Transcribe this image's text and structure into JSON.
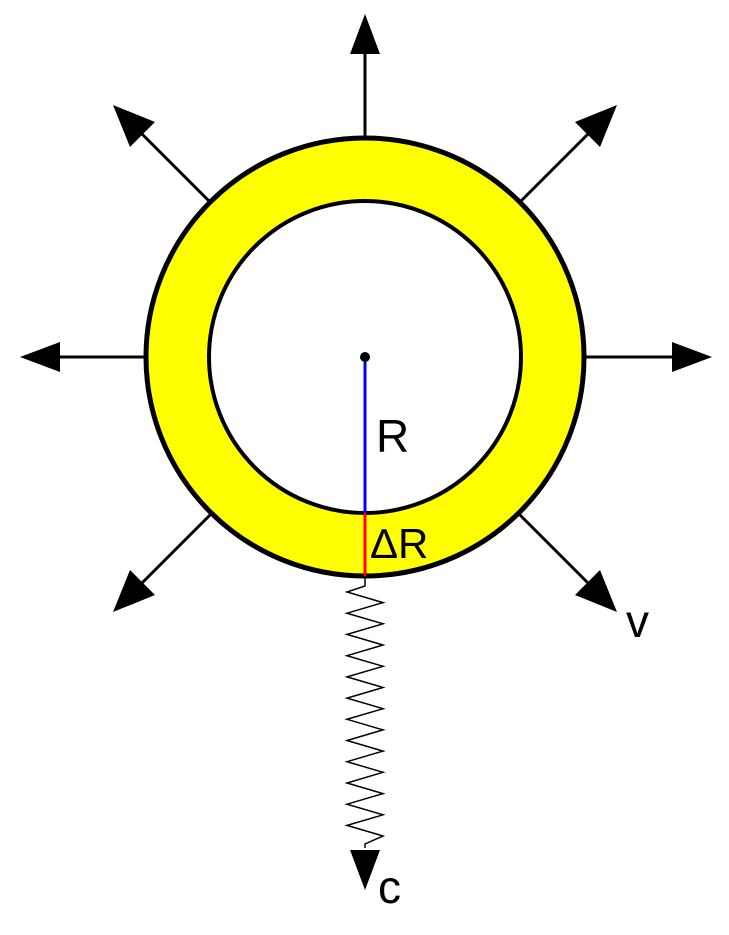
{
  "labels": {
    "radius": "R",
    "thickness": "ΔR",
    "velocity": "v",
    "light_speed": "c"
  },
  "colors": {
    "shell_fill": "#ffff00",
    "inner_fill": "#ffffff",
    "outline": "#000000",
    "radius_line": "#0000ff",
    "thickness_line": "#ff0000",
    "arrows": "#000000"
  },
  "icons": {
    "expansion_arrows": "arrow-icon",
    "emitted_wave": "wavy-line-icon"
  }
}
